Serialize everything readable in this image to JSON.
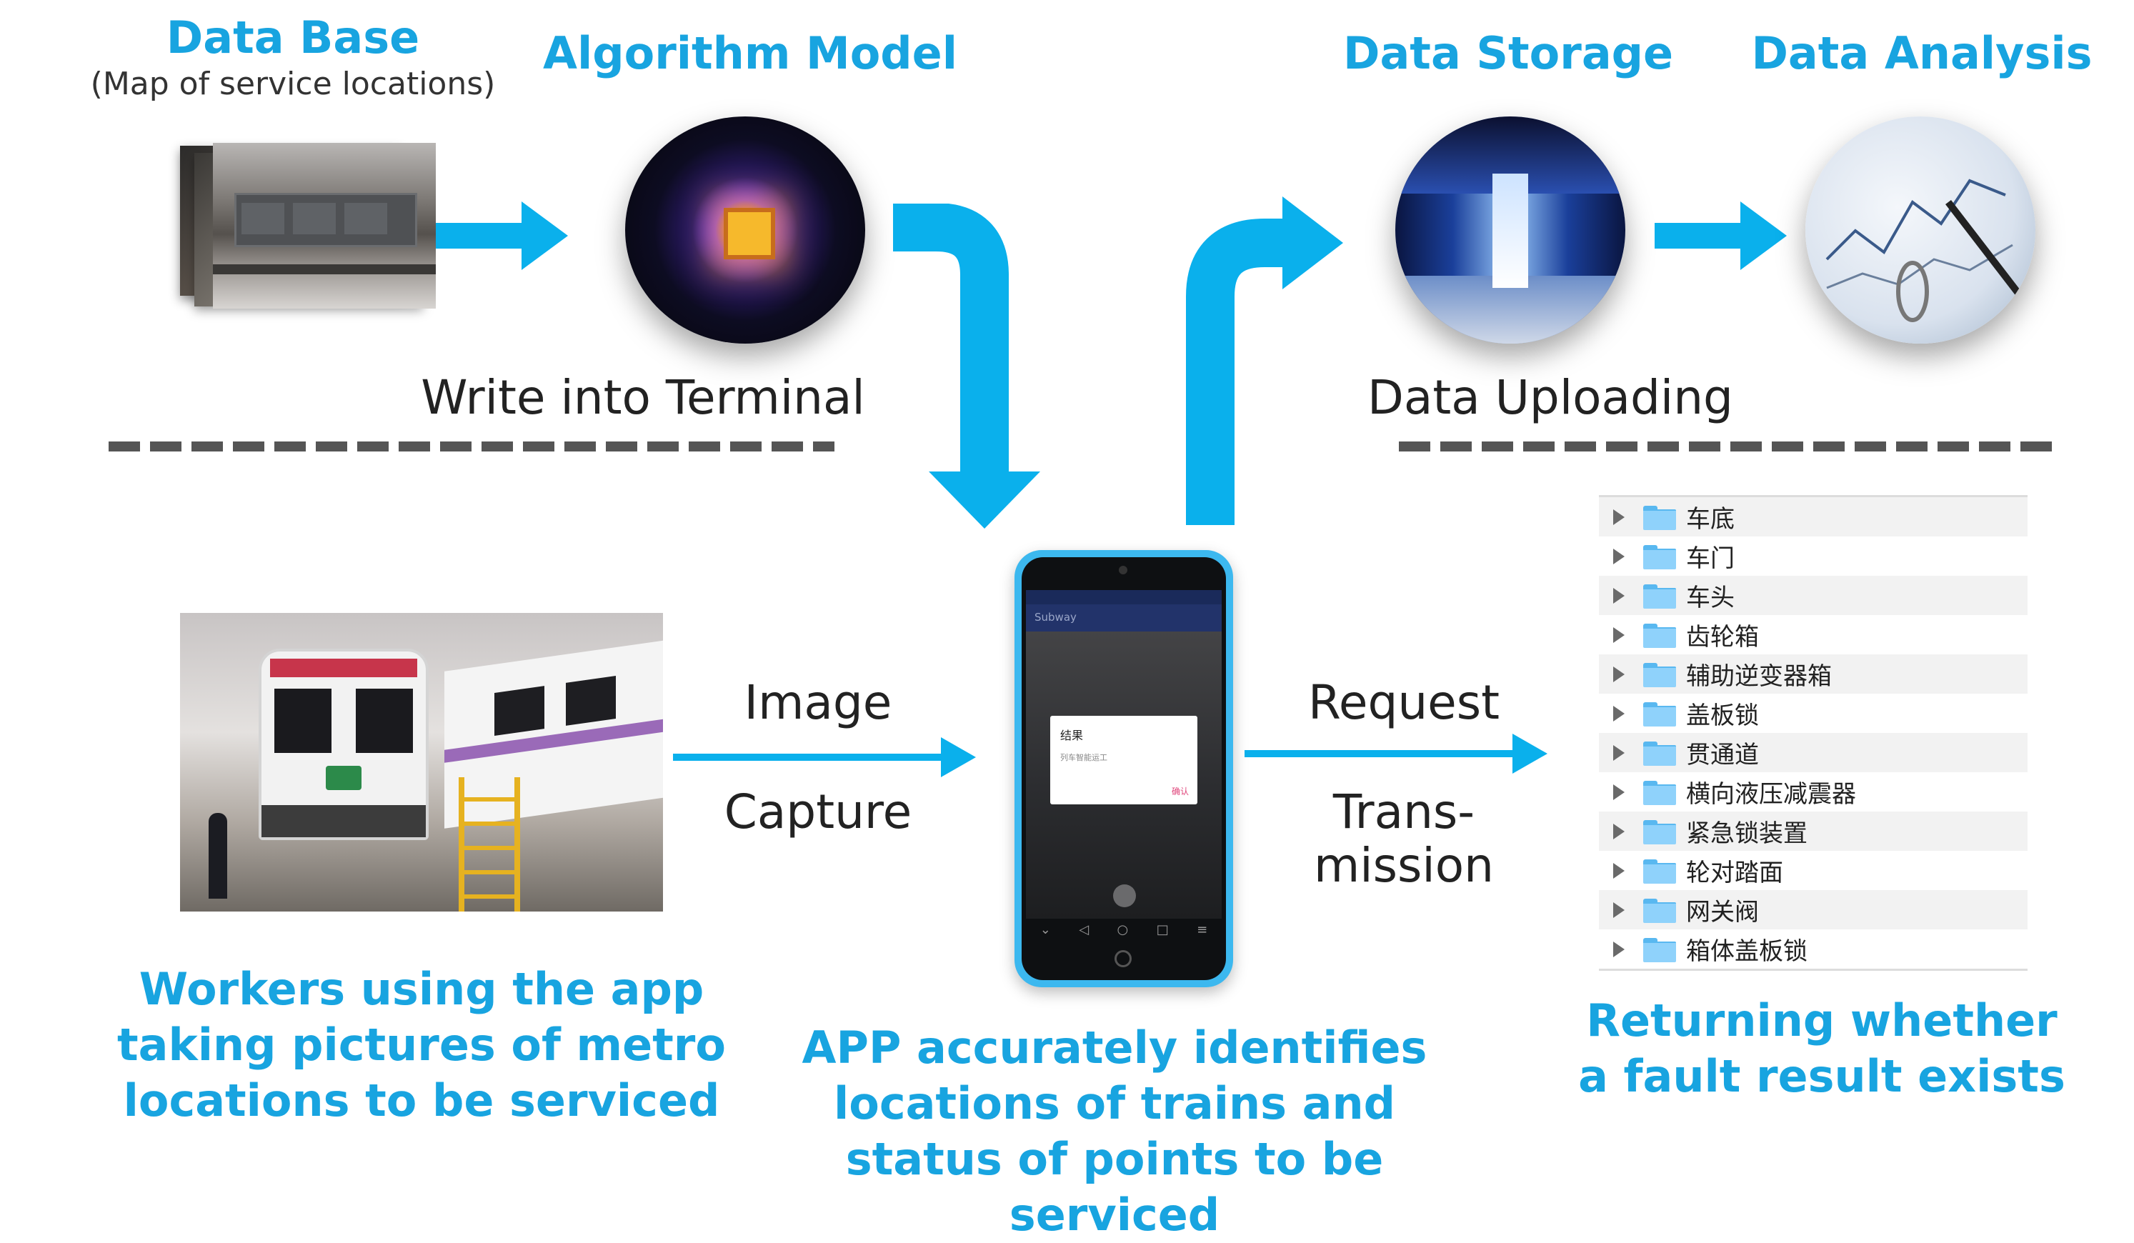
{
  "colors": {
    "accent": "#18a4e0",
    "arrow": "#0ab0ec",
    "text": "#222222"
  },
  "top": {
    "database": {
      "title": "Data Base",
      "subtitle": "(Map of service locations)"
    },
    "algorithm": {
      "title": "Algorithm Model"
    },
    "storage": {
      "title": "Data Storage"
    },
    "analysis": {
      "title": "Data Analysis"
    },
    "write_label": "Write into Terminal",
    "upload_label": "Data Uploading"
  },
  "middle": {
    "image_capture": [
      "Image",
      "Capture"
    ],
    "request": [
      "Request",
      "Trans-",
      "mission"
    ]
  },
  "phone": {
    "app_bar": "Subway",
    "dialog_title": "结果",
    "dialog_body": "列车智能运工",
    "dialog_button": "确认"
  },
  "folders": [
    "车底",
    "车门",
    "车头",
    "齿轮箱",
    "辅助逆变器箱",
    "盖板锁",
    "贯通道",
    "横向液压减震器",
    "紧急锁装置",
    "轮对踏面",
    "网关阀",
    "箱体盖板锁"
  ],
  "captions": {
    "workers": [
      "Workers using the app",
      "taking pictures of metro",
      "locations to be serviced"
    ],
    "app": [
      "APP accurately identifies",
      "locations of trains and",
      "status of points to be serviced"
    ],
    "result": [
      "Returning whether",
      "a fault result exists"
    ]
  }
}
